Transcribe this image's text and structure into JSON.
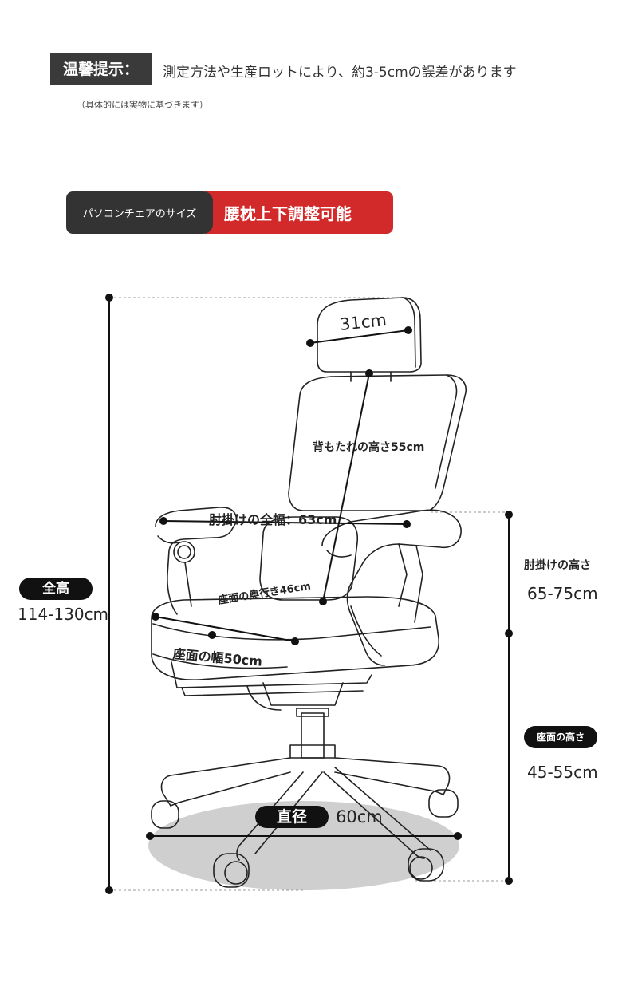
{
  "notice": {
    "tag": "温馨提示：",
    "text": "測定方法や生産ロットにより、約3-5cmの誤差があります",
    "sub": "（具体的には実物に基づきます）"
  },
  "size_tab": {
    "left": "パソコンチェアのサイズ",
    "right": "腰枕上下調整可能"
  },
  "dimensions": {
    "headrest_width": "31cm",
    "backrest_height": "背もたれの高さ55cm",
    "armrest_width": "肘掛けの全幅：63cm",
    "seat_depth": "座面の奥行き46cm",
    "seat_width": "座面の幅50cm",
    "total_height_label": "全高",
    "total_height_value": "114-130cm",
    "armrest_height_label": "肘掛けの高さ",
    "armrest_height_value": "65-75cm",
    "seat_height_label": "座面の高さ",
    "seat_height_value": "45-55cm",
    "diameter_label": "直径",
    "diameter_value": "60cm"
  }
}
